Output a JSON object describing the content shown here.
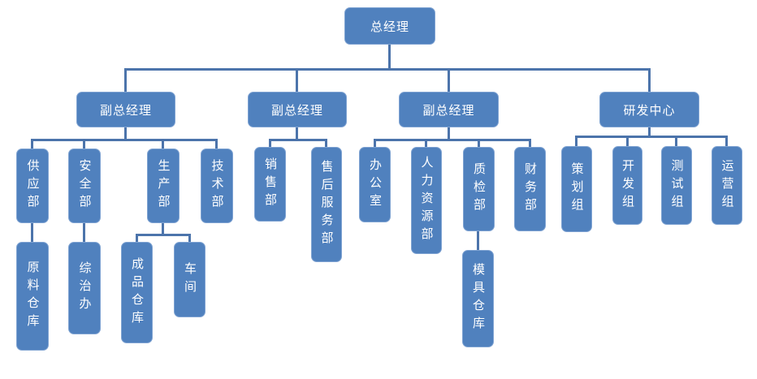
{
  "diagram": {
    "type": "org-chart",
    "background": "#FFFFFF",
    "colors": {
      "box_fill": "#5081BE",
      "box_border": "#7FA3D2",
      "connector": "#4C74AB",
      "text": "#FFFFFF"
    },
    "nodes": {
      "root": "总经理",
      "vp1": "副总经理",
      "vp2": "副总经理",
      "vp3": "副总经理",
      "rnd": "研发中心",
      "supply": "供应部",
      "safety": "安全部",
      "production": "生产部",
      "tech": "技术部",
      "sales": "销售部",
      "aftersales": "售后服务部",
      "office": "办公室",
      "hr": "人力资源部",
      "qc": "质检部",
      "finance": "财务部",
      "planning": "策划组",
      "dev": "开发组",
      "test": "测试组",
      "ops": "运营组",
      "raw_wh": "原料仓库",
      "zhizhi": "综治办",
      "finished_wh": "成品仓库",
      "workshop": "车间",
      "mold_wh": "模具仓库"
    },
    "hierarchy": [
      {
        "label": "总经理",
        "children": [
          {
            "label": "副总经理",
            "children": [
              {
                "label": "供应部",
                "children": [
                  {
                    "label": "原料仓库"
                  }
                ]
              },
              {
                "label": "安全部",
                "children": [
                  {
                    "label": "综治办"
                  }
                ]
              },
              {
                "label": "生产部",
                "children": [
                  {
                    "label": "成品仓库"
                  },
                  {
                    "label": "车间"
                  }
                ]
              },
              {
                "label": "技术部"
              }
            ]
          },
          {
            "label": "副总经理",
            "children": [
              {
                "label": "销售部"
              },
              {
                "label": "售后服务部"
              }
            ]
          },
          {
            "label": "副总经理",
            "children": [
              {
                "label": "办公室"
              },
              {
                "label": "人力资源部"
              },
              {
                "label": "质检部",
                "children": [
                  {
                    "label": "模具仓库"
                  }
                ]
              },
              {
                "label": "财务部"
              }
            ]
          },
          {
            "label": "研发中心",
            "children": [
              {
                "label": "策划组"
              },
              {
                "label": "开发组"
              },
              {
                "label": "测试组"
              },
              {
                "label": "运营组"
              }
            ]
          }
        ]
      }
    ]
  }
}
